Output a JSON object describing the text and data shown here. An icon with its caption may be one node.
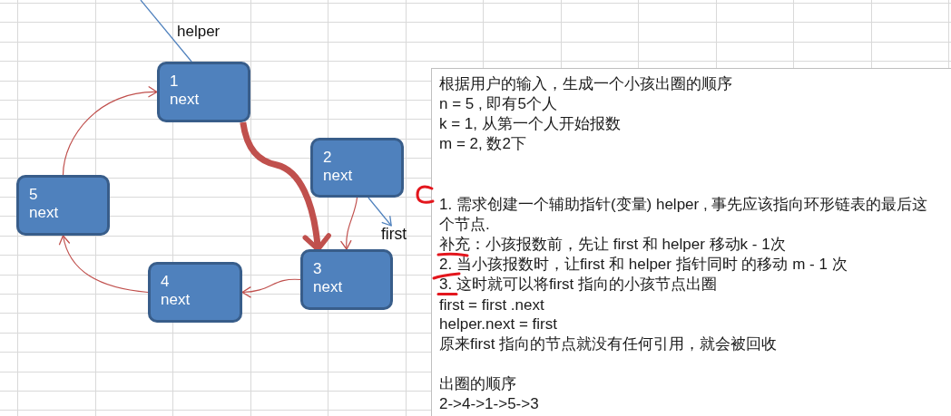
{
  "diagram": {
    "nodes": [
      {
        "text": [
          "1",
          "next"
        ]
      },
      {
        "text": [
          "2",
          "next"
        ]
      },
      {
        "text": [
          "3",
          "next"
        ]
      },
      {
        "text": [
          "4",
          "next"
        ]
      },
      {
        "text": [
          "5",
          "next"
        ]
      },
      {
        "text": [
          "first"
        ]
      },
      {
        "text": [
          "根据用户的输入，生成一个小孩出圈的顺序",
          "n = 5 , 即有5个人",
          "k = 1, 从第一个人开始报数",
          "m = 2, 数2下",
          "1. 需求创建一个辅助指针(变量) helper , 事先应该指向环形链表的最后这个节点.",
          "补充：小孩报数前，先让 first 和 helper 移动k - 1次",
          "2. 当小孩报数时，让first 和 helper 指针同时 的移动 m - 1 次",
          "3. 这时就可以将first 指向的小孩节点出圈",
          "first = first .next",
          "helper.next = first",
          "原来first 指向的节点就没有任何引用，就会被回收",
          "出圈的顺序",
          "2->4->1->5->3"
        ]
      }
    ],
    "edges": [
      {
        "from": null,
        "to": 0,
        "arrow": "none",
        "label": "helper",
        "color": "#4f81bd"
      },
      {
        "from": 0,
        "to": 2,
        "arrow": "to",
        "style": "thick"
      },
      {
        "from": 1,
        "to": 2,
        "arrow": "to"
      },
      {
        "from": 2,
        "to": 3,
        "arrow": "to"
      },
      {
        "from": 3,
        "to": 4,
        "arrow": "to"
      },
      {
        "from": 4,
        "to": 0,
        "arrow": "to"
      },
      {
        "from": 1,
        "to": 5,
        "arrow": "to",
        "color": "#4f81bd"
      }
    ]
  }
}
